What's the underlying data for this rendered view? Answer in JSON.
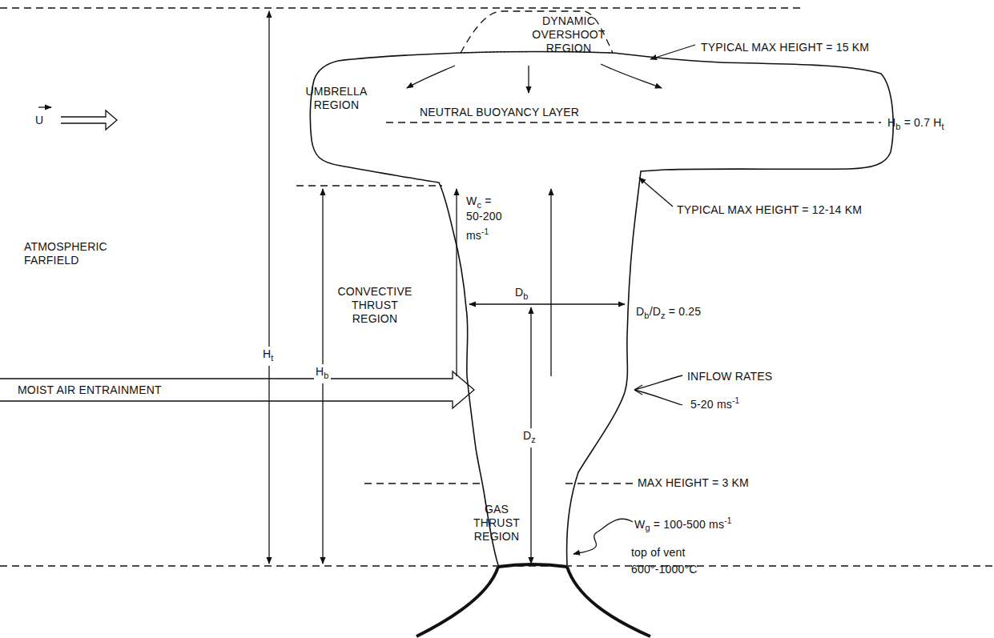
{
  "diagram": {
    "labels": [
      "DYNAMIC OVERSHOOT REGION",
      "TYPICAL MAX HEIGHT = 15 KM",
      "UMBRELLA REGION",
      "NEUTRAL BUOYANCY LAYER",
      "H",
      "b",
      "= 0.7 H",
      "t",
      "U",
      "ATMOSPHERIC FARFIELD",
      "H",
      "t",
      "H",
      "b",
      "CONVECTIVE THRUST REGION",
      "W",
      "c",
      "=",
      "50-200",
      "ms",
      "-1",
      "D",
      "b",
      "D",
      "b",
      "/D",
      "z",
      "= 0.25",
      "MOIST AIR ENTRAINMENT",
      "INFLOW RATES",
      "5-20 ms",
      "-1",
      "D",
      "z",
      "MAX HEIGHT = 3 KM",
      "TYPICAL MAX HEIGHT = 12-14 KM",
      "W",
      "g",
      "= 100-500 ms",
      "-1",
      "GAS THRUST REGION",
      "top of vent",
      "600°-1000°C"
    ]
  }
}
